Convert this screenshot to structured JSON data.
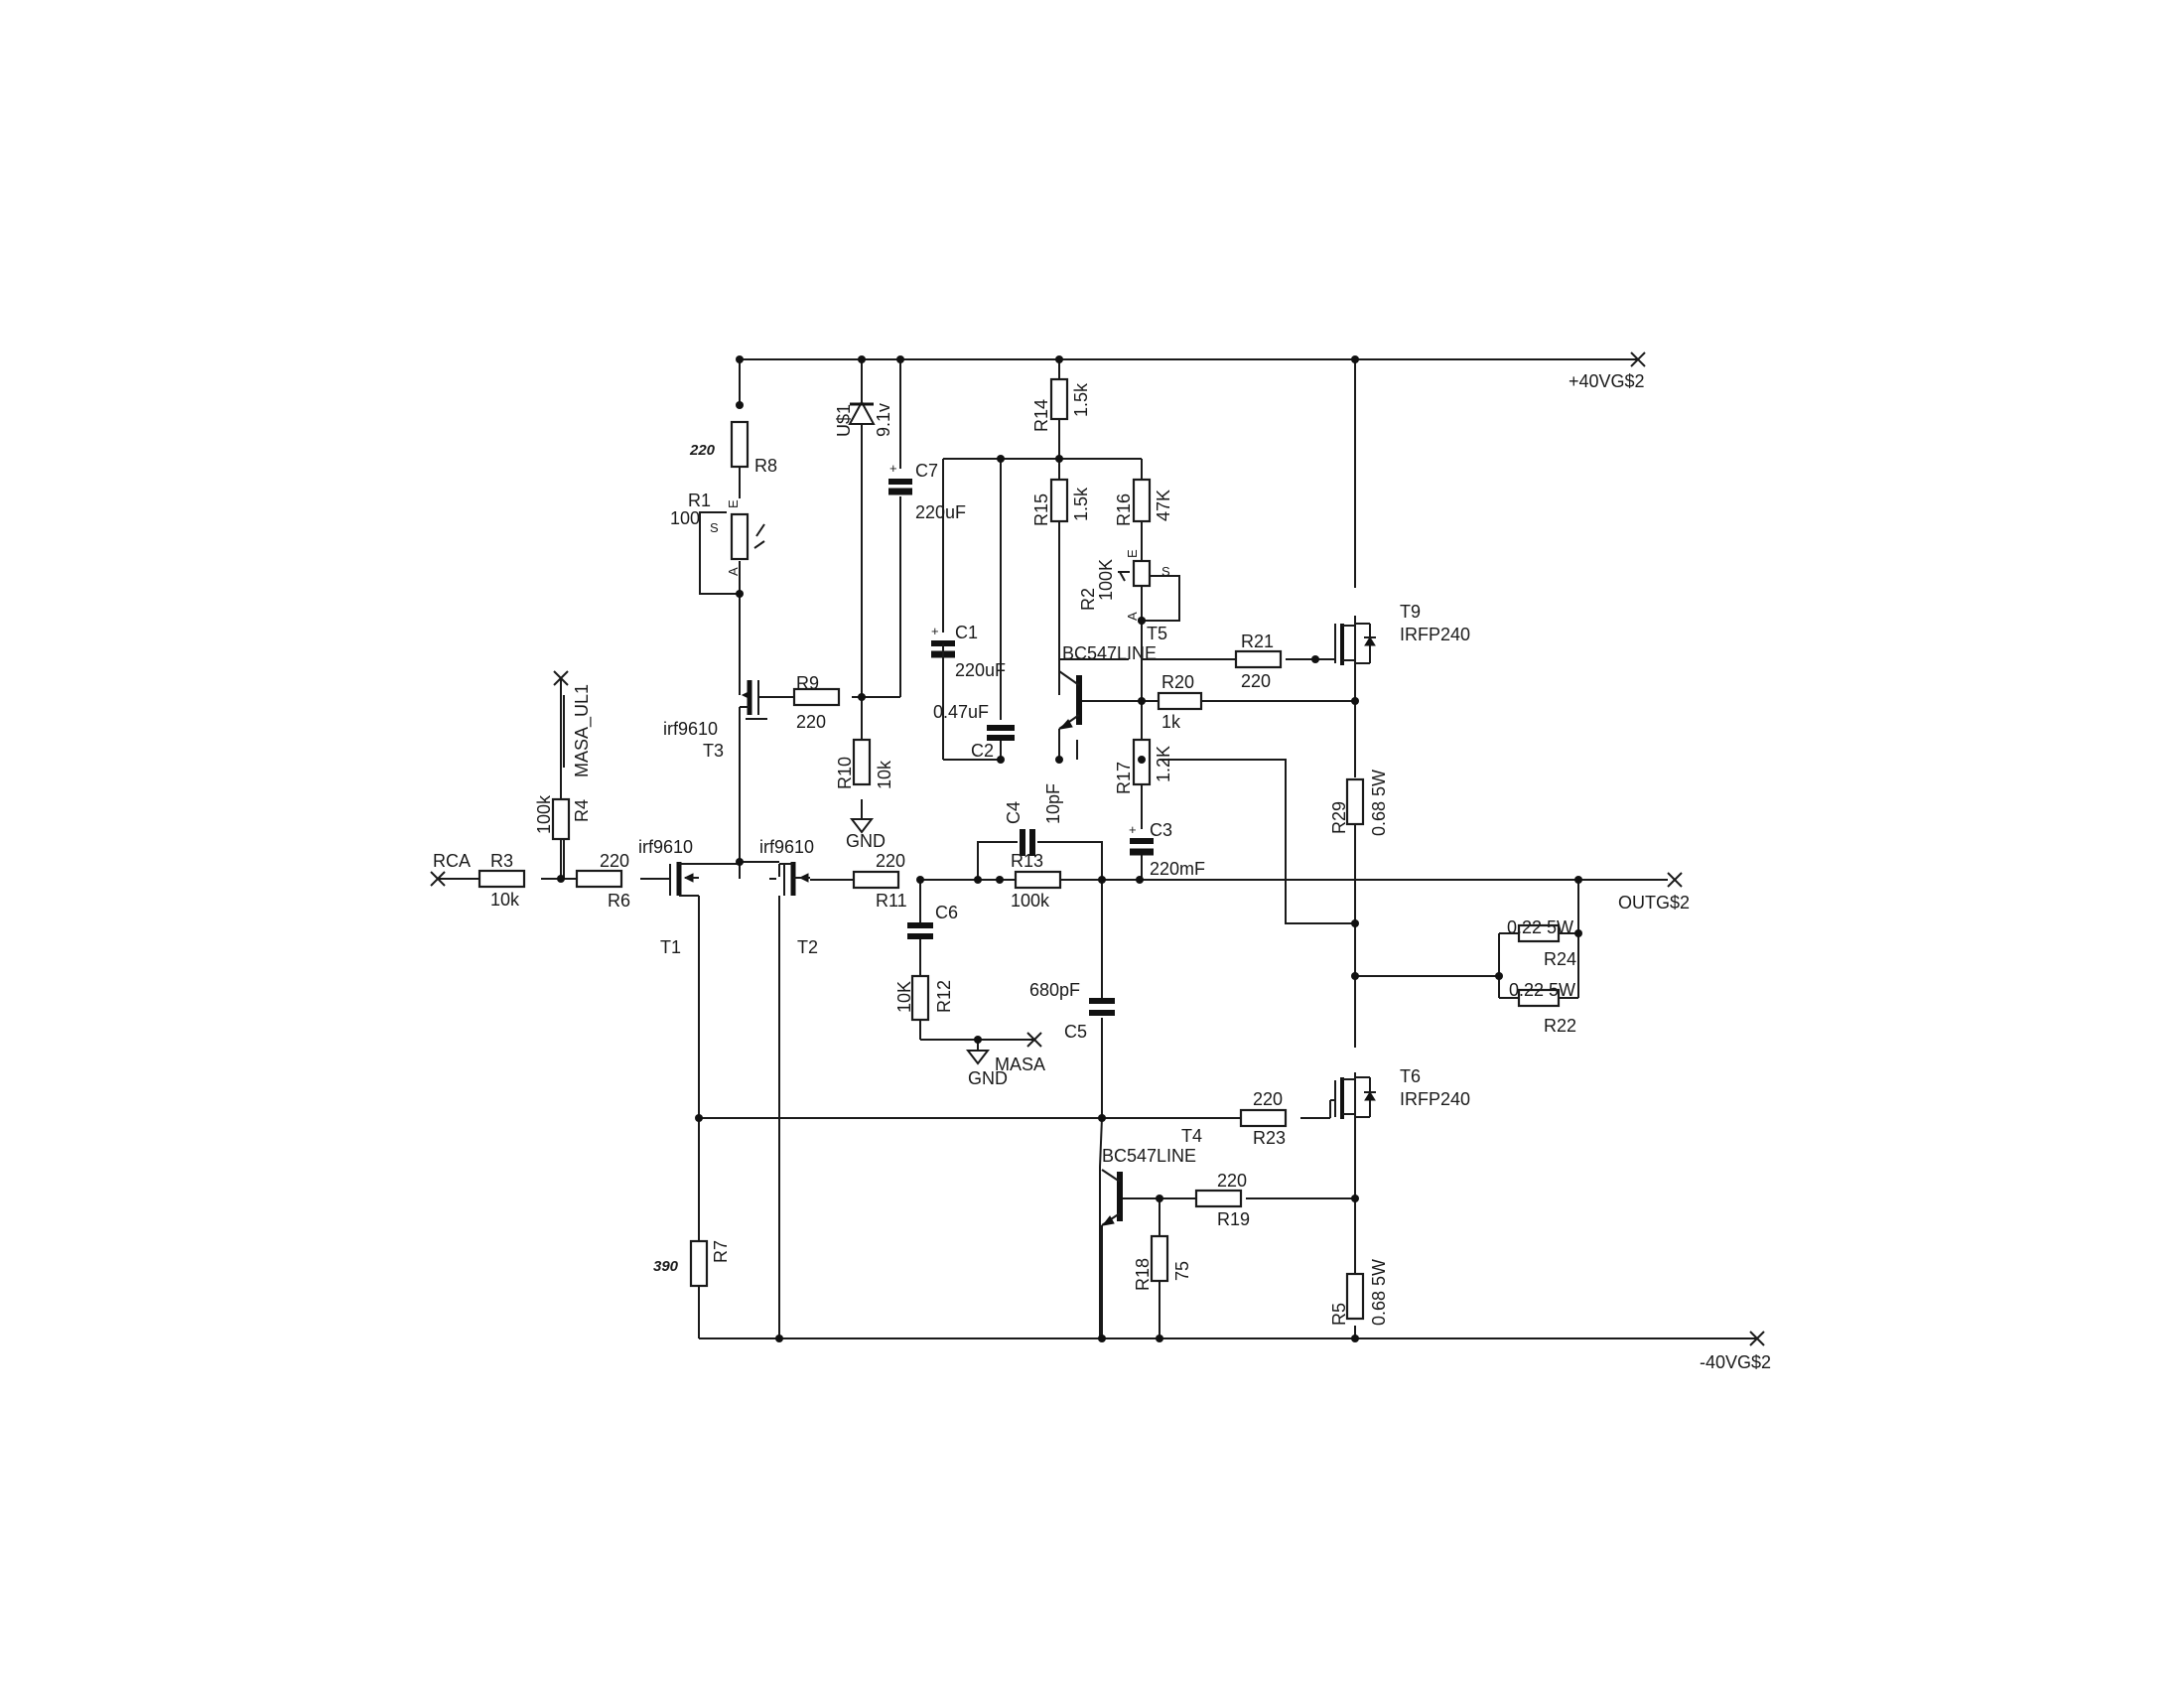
{
  "rails": {
    "positive": "+40VG$2",
    "negative": "-40VG$2",
    "output": "OUTG$2"
  },
  "ports": {
    "input": "RCA",
    "masa_ul": "MASA_UL1",
    "masa": "MASA",
    "gnd": "GND"
  },
  "components": {
    "R1": {
      "ref": "R1",
      "value": "100"
    },
    "R2": {
      "ref": "R2",
      "value": "100K"
    },
    "R3": {
      "ref": "R3",
      "value": "10k"
    },
    "R4": {
      "ref": "R4",
      "value": "100k"
    },
    "R5": {
      "ref": "R5",
      "value": "0.68 5W"
    },
    "R6": {
      "ref": "R6",
      "value": "220"
    },
    "R7": {
      "ref": "R7",
      "value": "390"
    },
    "R8": {
      "ref": "R8",
      "value": "220"
    },
    "R9": {
      "ref": "R9",
      "value": "220"
    },
    "R10": {
      "ref": "R10",
      "value": "10k"
    },
    "R11": {
      "ref": "R11",
      "value": "220"
    },
    "R12": {
      "ref": "R12",
      "value": "10K"
    },
    "R13": {
      "ref": "R13",
      "value": "100k"
    },
    "R14": {
      "ref": "R14",
      "value": "1.5k"
    },
    "R15": {
      "ref": "R15",
      "value": "1.5k"
    },
    "R16": {
      "ref": "R16",
      "value": "47K"
    },
    "R17": {
      "ref": "R17",
      "value": "1.2K"
    },
    "R18": {
      "ref": "R18",
      "value": "75"
    },
    "R19": {
      "ref": "R19",
      "value": "220"
    },
    "R20": {
      "ref": "R20",
      "value": "1k"
    },
    "R21": {
      "ref": "R21",
      "value": "220"
    },
    "R22": {
      "ref": "R22",
      "value": "0.22 5W"
    },
    "R23": {
      "ref": "R23",
      "value": "220"
    },
    "R24": {
      "ref": "R24",
      "value": "0.22 5W"
    },
    "R29": {
      "ref": "R29",
      "value": "0.68 5W"
    },
    "C1": {
      "ref": "C1",
      "value": "220uF"
    },
    "C2": {
      "ref": "C2",
      "value": "0.47uF"
    },
    "C3": {
      "ref": "C3",
      "value": "220mF"
    },
    "C4": {
      "ref": "C4",
      "value": "10pF"
    },
    "C5": {
      "ref": "C5",
      "value": "680pF"
    },
    "C6": {
      "ref": "C6",
      "value": ""
    },
    "C7": {
      "ref": "C7",
      "value": "220uF"
    },
    "US1": {
      "ref": "U$1",
      "value": "9.1v"
    },
    "T1": {
      "ref": "T1",
      "value": "irf9610"
    },
    "T2": {
      "ref": "T2",
      "value": "irf9610"
    },
    "T3": {
      "ref": "T3",
      "value": "irf9610"
    },
    "T4": {
      "ref": "T4",
      "value": "BC547LINE"
    },
    "T5": {
      "ref": "T5",
      "value": "BC547LINE"
    },
    "T6": {
      "ref": "T6",
      "value": "IRFP240"
    },
    "T9": {
      "ref": "T9",
      "value": "IRFP240"
    }
  },
  "pins": {
    "s": "S",
    "e": "E",
    "a": "A"
  }
}
